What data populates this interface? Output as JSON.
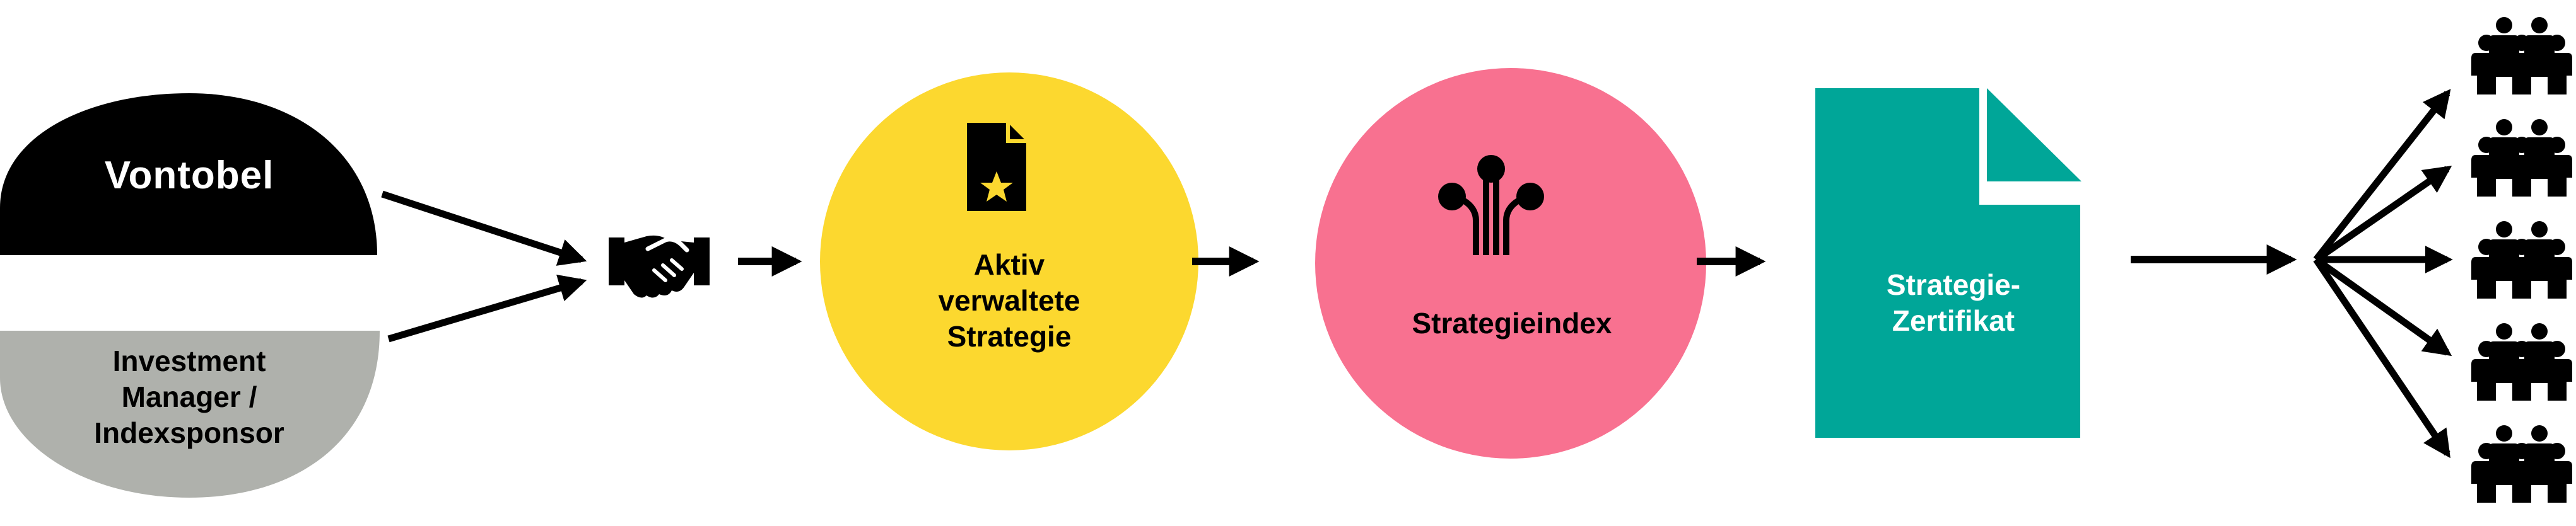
{
  "diagram": {
    "vontobel": {
      "label": "Vontobel",
      "color": "#000000"
    },
    "investment_manager": {
      "label": "Investment\nManager /\nIndexsponsor",
      "color": "#afb1ac"
    },
    "aktiv_strategie": {
      "label": "Aktiv\nverwaltete\nStrategie",
      "color": "#fcd82f"
    },
    "strategieindex": {
      "label": "Strategieindex",
      "color": "#f87190"
    },
    "strategie_zertifikat": {
      "label": "Strategie-\nZertifikat",
      "color": "#00a698"
    },
    "icons": [
      "handshake-icon",
      "document-star-icon",
      "circuit-node-icon",
      "investor-group-icon"
    ],
    "investor_groups": 5
  }
}
